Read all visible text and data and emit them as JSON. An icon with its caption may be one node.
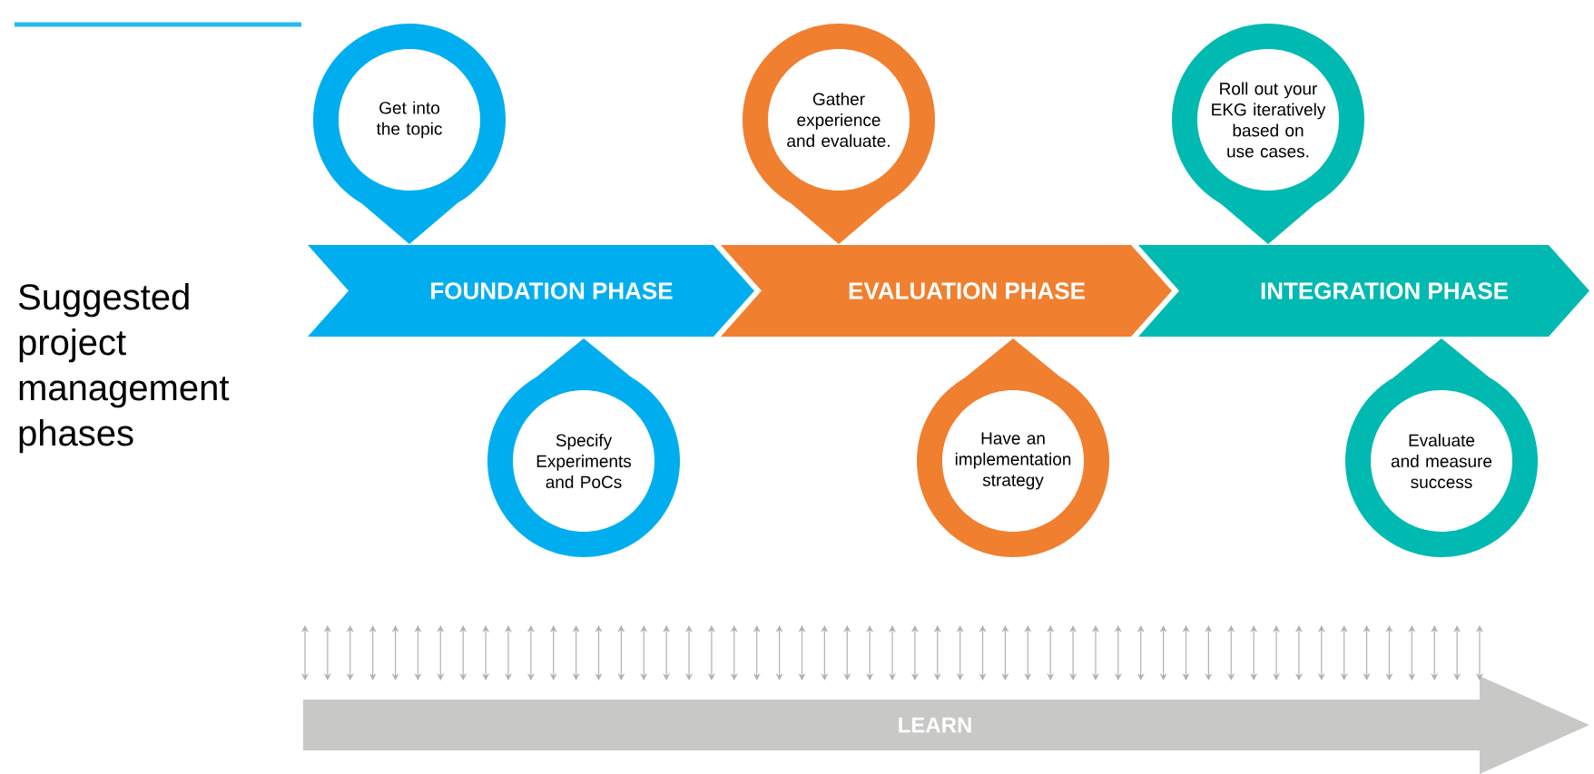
{
  "diagram": {
    "nodes": [
      {
        "text": [
          "FOUNDATION PHASE"
        ]
      },
      {
        "text": [
          "EVALUATION PHASE"
        ]
      },
      {
        "text": [
          "INTEGRATION PHASE"
        ]
      },
      {
        "text": [
          "Get into the topic"
        ]
      },
      {
        "text": [
          "Specify Experiments and PoCs"
        ]
      },
      {
        "text": [
          "Gather experience and evaluate."
        ]
      },
      {
        "text": [
          "Have an implementation strategy"
        ]
      },
      {
        "text": [
          "Roll out your EKG iteratively based on use cases."
        ]
      },
      {
        "text": [
          "Evaluate and measure success"
        ]
      },
      {
        "text": [
          "LEARN"
        ]
      }
    ],
    "labels": [
      "Suggested project management phases"
    ]
  }
}
